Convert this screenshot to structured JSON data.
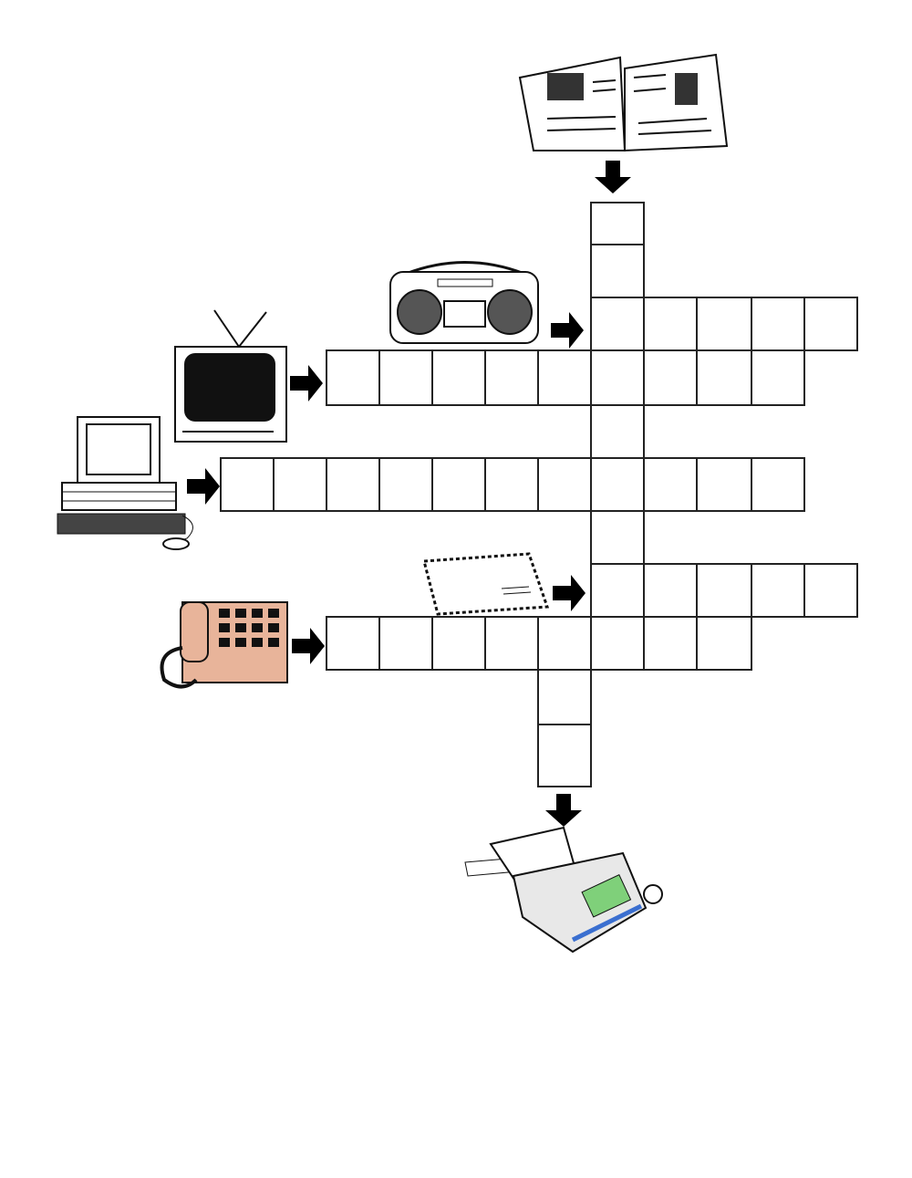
{
  "puzzle": {
    "type": "picture crossword",
    "entries": [
      {
        "clue_icon": "newspaper-icon",
        "direction": "down",
        "length": 9
      },
      {
        "clue_icon": "radio-cassette-icon",
        "direction": "across",
        "length": 5
      },
      {
        "clue_icon": "television-icon",
        "direction": "across",
        "length": 9
      },
      {
        "clue_icon": "computer-icon",
        "direction": "across",
        "length": 11
      },
      {
        "clue_icon": "envelope-icon",
        "direction": "across",
        "length": 5
      },
      {
        "clue_icon": "telephone-icon",
        "direction": "across",
        "length": 8
      },
      {
        "clue_icon": "fax-machine-icon",
        "direction": "down",
        "length": 3
      }
    ],
    "colors": {
      "grid_line": "#222222",
      "arrow": "#000000",
      "telephone": "#e8b49a",
      "fax_keys": "#7fd07a",
      "fax_stripe": "#3a6fd0"
    }
  }
}
